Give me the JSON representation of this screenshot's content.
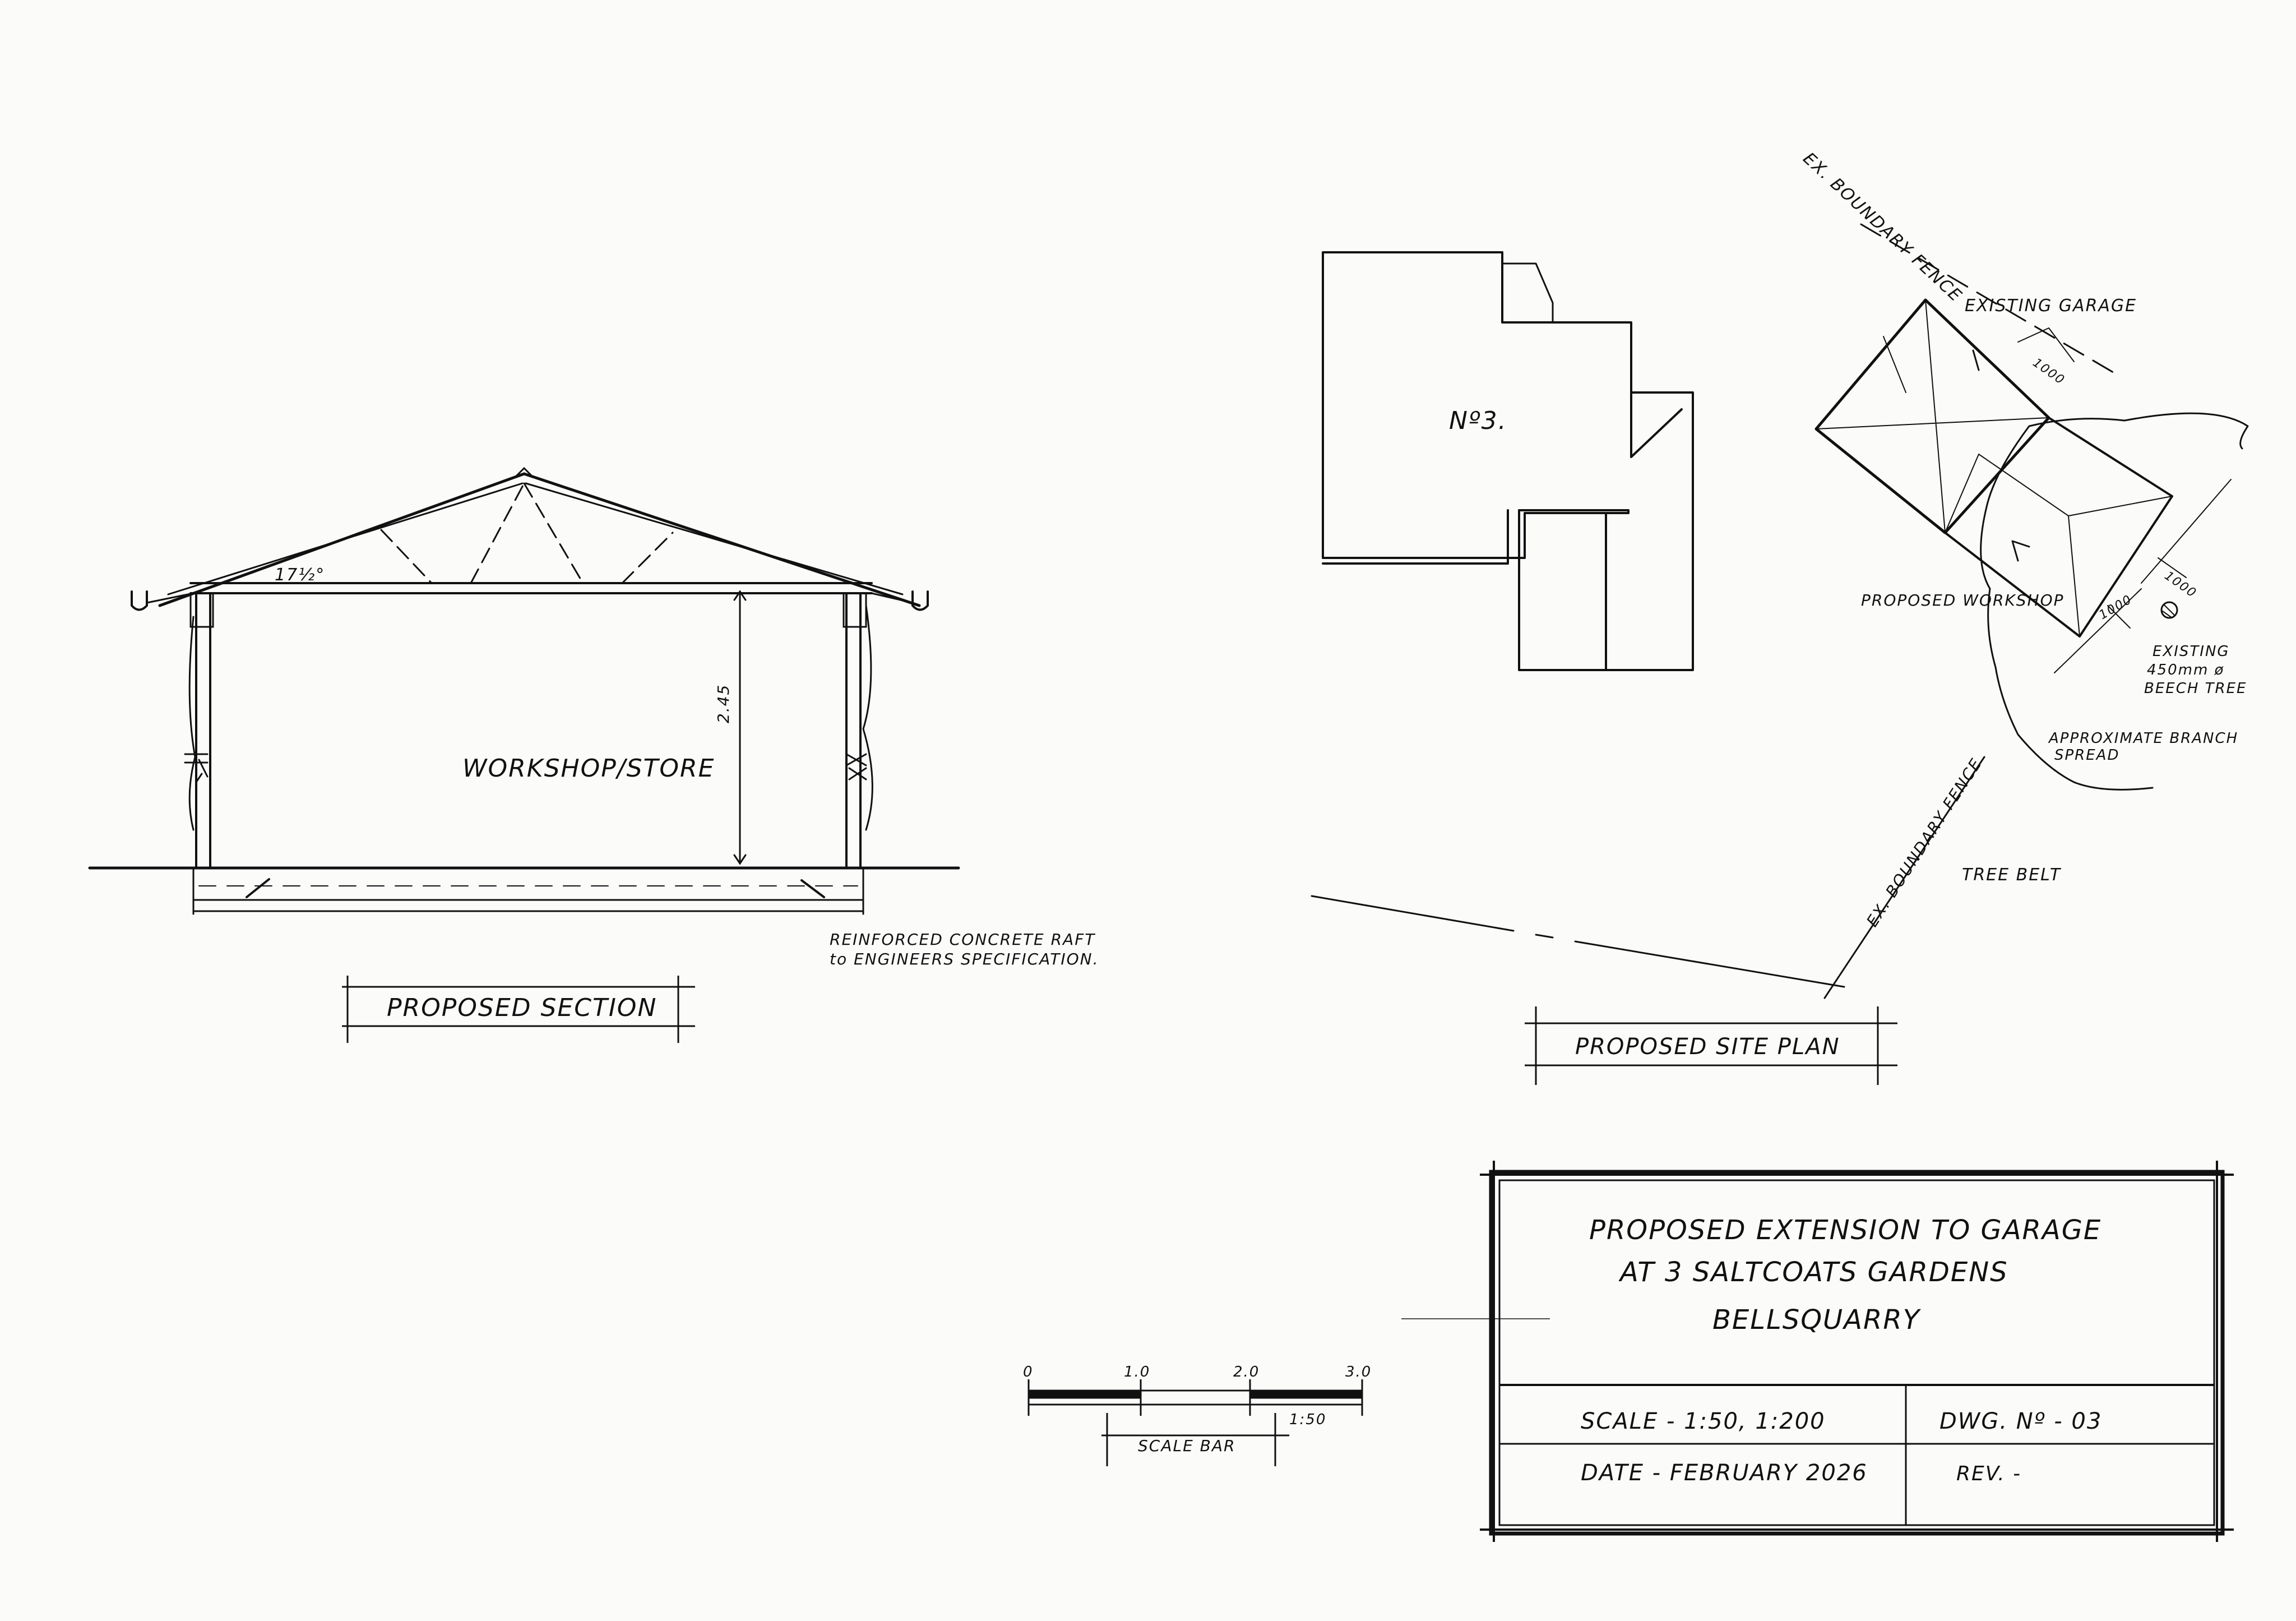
{
  "section": {
    "title": "PROPOSED SECTION",
    "room_label": "WORKSHOP/STORE",
    "height_dim": "2.45",
    "pitch_label": "17½°",
    "foundation_note_line1": "REINFORCED CONCRETE RAFT",
    "foundation_note_line2": "to ENGINEERS SPECIFICATION."
  },
  "site_plan": {
    "title": "PROPOSED SITE PLAN",
    "house_label": "Nº3.",
    "fence_label_top": "EX. BOUNDARY FENCE",
    "fence_label_bottom": "EX. BOUNDARY FENCE",
    "existing_garage_label": "EXISTING GARAGE",
    "workshop_label": "PROPOSED WORKSHOP",
    "tree_label_line1": "EXISTING",
    "tree_label_line2": "450mm ø",
    "tree_label_line3": "BEECH TREE",
    "branch_label_line1": "APPROXIMATE BRANCH",
    "branch_label_line2": "SPREAD",
    "tree_belt_label": "TREE BELT",
    "dim_a": "1000",
    "dim_b": "1000",
    "dim_c": "1000"
  },
  "scale_bar": {
    "title": "SCALE BAR",
    "ratio": "1:50",
    "ticks": [
      "0",
      "1.0",
      "2.0",
      "3.0"
    ]
  },
  "title_block": {
    "title_line1": "PROPOSED EXTENSION TO GARAGE",
    "title_line2": "AT 3 SALTCOATS GARDENS",
    "title_line3": "BELLSQUARRY",
    "scale": "SCALE - 1:50, 1:200",
    "drawing_no": "DWG. Nº - 03",
    "date": "DATE - FEBRUARY 2026",
    "rev": "REV. -"
  }
}
